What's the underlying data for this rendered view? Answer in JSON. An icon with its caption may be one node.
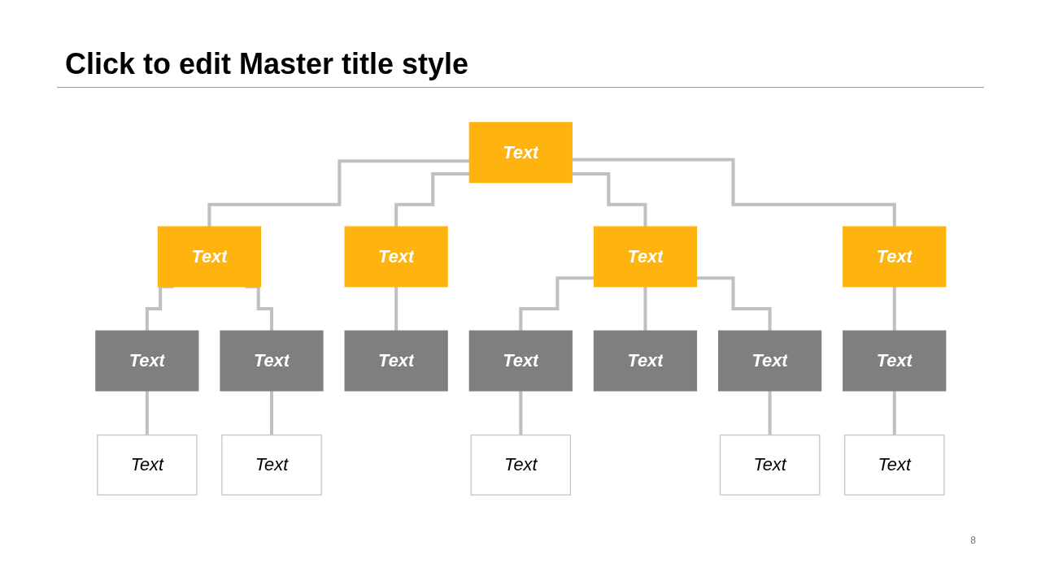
{
  "diagram": {
    "title": "Click to edit Master title style",
    "nodes": [
      {
        "text": [
          "Text"
        ]
      },
      {
        "text": [
          "Text"
        ]
      },
      {
        "text": [
          "Text"
        ]
      },
      {
        "text": [
          "Text"
        ]
      },
      {
        "text": [
          "Text"
        ]
      },
      {
        "text": [
          "Text"
        ]
      },
      {
        "text": [
          "Text"
        ]
      },
      {
        "text": [
          "Text"
        ]
      },
      {
        "text": [
          "Text"
        ]
      },
      {
        "text": [
          "Text"
        ]
      },
      {
        "text": [
          "Text"
        ]
      },
      {
        "text": [
          "Text"
        ]
      },
      {
        "text": [
          "Text"
        ]
      },
      {
        "text": [
          "Text"
        ]
      },
      {
        "text": [
          "Text"
        ]
      },
      {
        "text": [
          "Text"
        ]
      },
      {
        "text": [
          "Text"
        ]
      }
    ],
    "edges": [
      {
        "from": 0,
        "to": 1,
        "arrow": "none"
      },
      {
        "from": 0,
        "to": 2,
        "arrow": "none"
      },
      {
        "from": 0,
        "to": 3,
        "arrow": "none"
      },
      {
        "from": 0,
        "to": 4,
        "arrow": "none"
      },
      {
        "from": 1,
        "to": 5,
        "arrow": "none"
      },
      {
        "from": 1,
        "to": 6,
        "arrow": "none"
      },
      {
        "from": 2,
        "to": 7,
        "arrow": "none"
      },
      {
        "from": 3,
        "to": 8,
        "arrow": "none"
      },
      {
        "from": 3,
        "to": 9,
        "arrow": "none"
      },
      {
        "from": 3,
        "to": 10,
        "arrow": "none"
      },
      {
        "from": 4,
        "to": 11,
        "arrow": "none"
      },
      {
        "from": 5,
        "to": 12,
        "arrow": "none"
      },
      {
        "from": 6,
        "to": 13,
        "arrow": "none"
      },
      {
        "from": 8,
        "to": 14,
        "arrow": "none"
      },
      {
        "from": 10,
        "to": 15,
        "arrow": "none"
      },
      {
        "from": 11,
        "to": 16,
        "arrow": "none"
      }
    ],
    "labels": [
      "8"
    ]
  }
}
